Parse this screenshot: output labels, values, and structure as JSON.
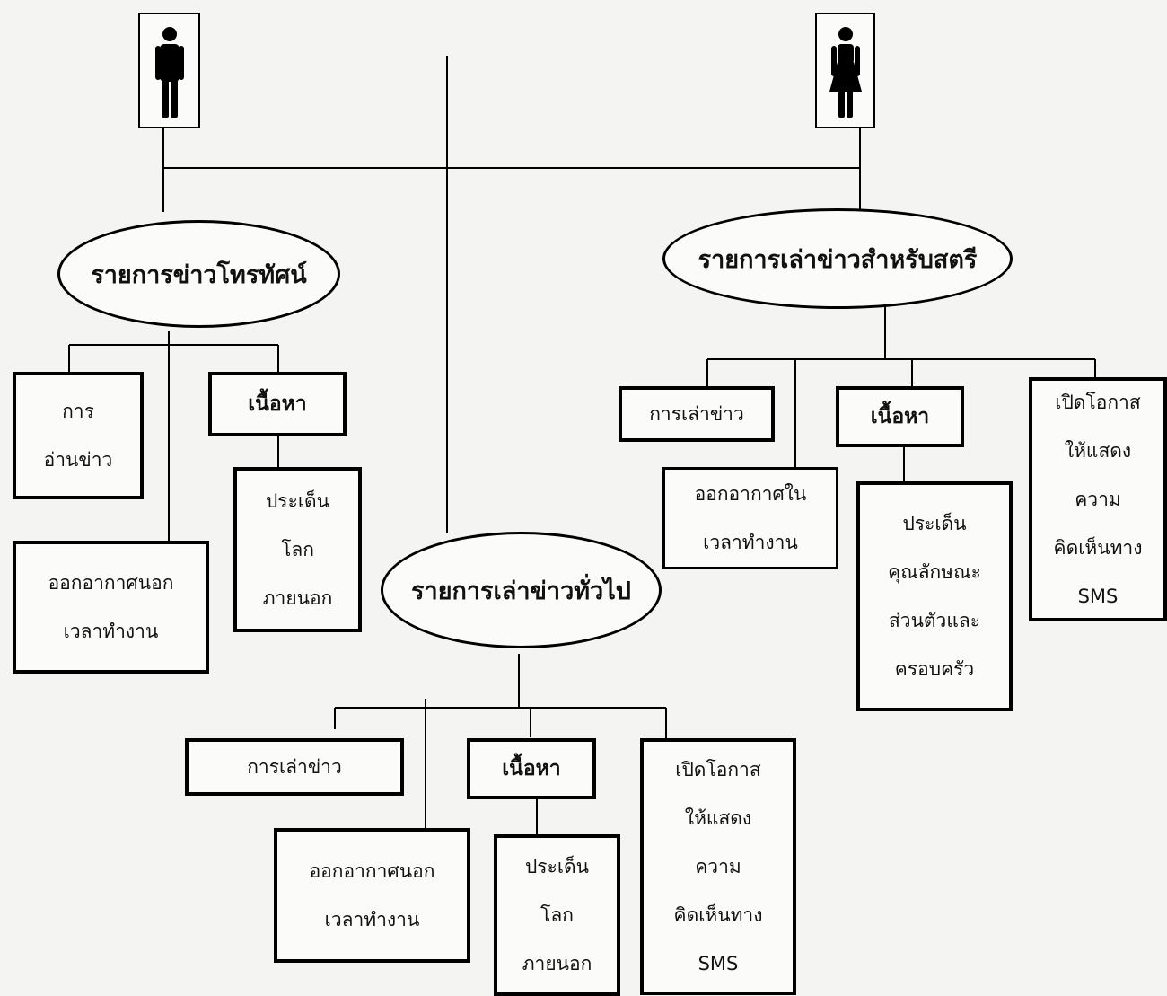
{
  "icons": {
    "left": "man-icon",
    "right": "woman-icon"
  },
  "programs": {
    "tv_news": {
      "title": "รายการข่าวโทรทัศน์",
      "presentation": [
        "การ",
        "อ่านข่าว"
      ],
      "content": "เนื้อหา",
      "topics": [
        "ประเด็น",
        "โลก",
        "ภายนอก"
      ],
      "airtime": [
        "ออกอากาศนอก",
        "เวลาทำงาน"
      ]
    },
    "women_news": {
      "title": "รายการเล่าข่าวสำหรับสตรี",
      "presentation": "การเล่าข่าว",
      "content": "เนื้อหา",
      "airtime": [
        "ออกอากาศใน",
        "เวลาทำงาน"
      ],
      "topics": [
        "ประเด็น",
        "คุณลักษณะ",
        "ส่วนตัวและ",
        "ครอบครัว"
      ],
      "feedback": [
        "เปิดโอกาส",
        "ให้แสดง",
        "ความ",
        "คิดเห็นทาง",
        "SMS"
      ]
    },
    "general_news": {
      "title": "รายการเล่าข่าวทั่วไป",
      "presentation": "การเล่าข่าว",
      "content": "เนื้อหา",
      "airtime": [
        "ออกอากาศนอก",
        "เวลาทำงาน"
      ],
      "topics": [
        "ประเด็น",
        "โลก",
        "ภายนอก"
      ],
      "feedback": [
        "เปิดโอกาส",
        "ให้แสดง",
        "ความ",
        "คิดเห็นทาง",
        "SMS"
      ]
    }
  }
}
